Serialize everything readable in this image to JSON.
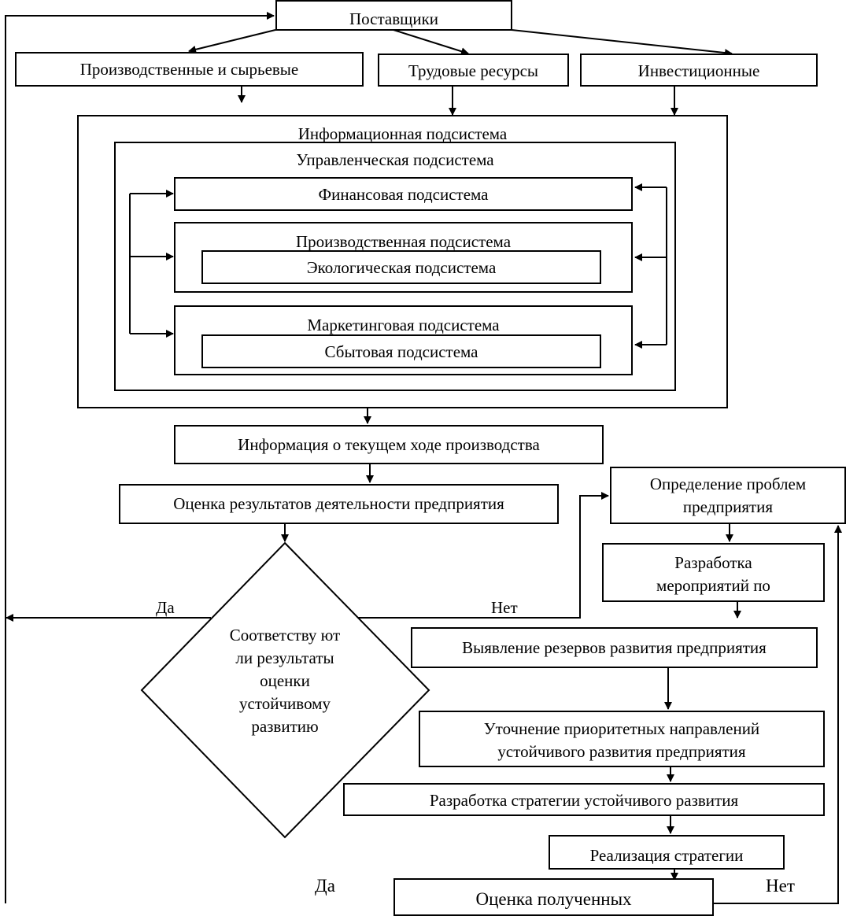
{
  "suppliers": {
    "title": "Поставщики",
    "raw": "Производственные и сырьевые",
    "labor": "Трудовые ресурсы",
    "investment": "Инвестиционные"
  },
  "subsystems": {
    "information": "Информационная подсистема",
    "management": "Управленческая подсистема",
    "financial": "Финансовая подсистема",
    "production": "Производственная подсистема",
    "ecological": "Экологическая подсистема",
    "marketing": "Маркетинговая подсистема",
    "sales": "Сбытовая подсистема"
  },
  "flow": {
    "production_info": "Информация о текущем ходе производства",
    "performance_eval": "Оценка результатов деятельности предприятия",
    "decision": "Соответству ют ли результаты оценки устойчивому развитию",
    "problems": "Определение проблем предприятия",
    "measures": "Разработка мероприятий по",
    "reserves": "Выявление резервов развития предприятия",
    "priorities": "Уточнение приоритетных направлений устойчивого развития предприятия",
    "strategy_dev": "Разработка стратегии устойчивого развития",
    "strategy_impl": "Реализация стратегии",
    "results_eval": "Оценка полученных"
  },
  "labels": {
    "yes_decision": "Да",
    "no_decision": "Нет",
    "yes_bottom": "Да",
    "no_bottom": "Нет"
  }
}
